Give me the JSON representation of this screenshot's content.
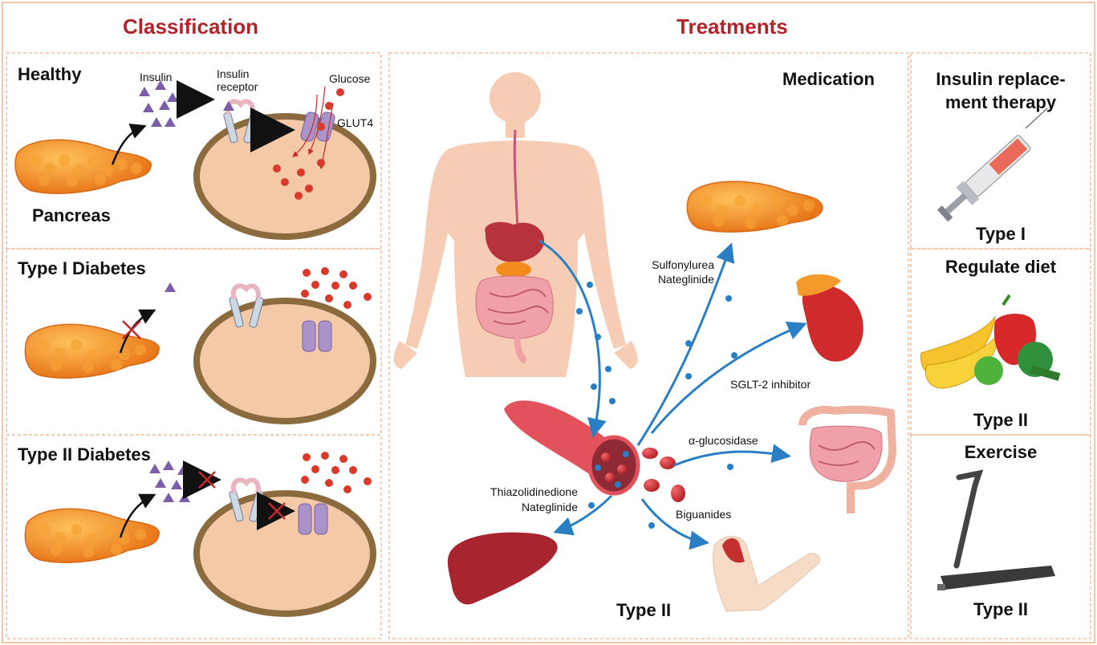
{
  "headings": {
    "classification": "Classification",
    "treatments": "Treatments"
  },
  "healthy": {
    "title": "Healthy",
    "insulin": "Insulin",
    "insulin_receptor_line1": "Insulin",
    "insulin_receptor_line2": "receptor",
    "glucose": "Glucose",
    "glut4": "GLUT4",
    "pancreas": "Pancreas"
  },
  "type1": {
    "title": "Type I Diabetes"
  },
  "type2": {
    "title": "Type II Diabetes"
  },
  "medication": {
    "title": "Medication",
    "sulfonylurea": "Sulfonylurea",
    "nateglinide_top": "Nateglinide",
    "sglt2": "SGLT-2 inhibitor",
    "alpha_glucosidase": "α-glucosidase",
    "thiazolidinedione": "Thiazolidinedione",
    "nateglinide_bottom": "Nateglinide",
    "biguanides": "Biguanides",
    "type_label": "Type II"
  },
  "insulin_therapy": {
    "title_line1": "Insulin replace-",
    "title_line2": "ment therapy",
    "type_label": "Type I"
  },
  "diet": {
    "title": "Regulate diet",
    "type_label": "Type II"
  },
  "exercise": {
    "title": "Exercise",
    "type_label": "Type II"
  },
  "colors": {
    "heading": "#b3232a",
    "panel_border": "#f2b28a",
    "cell_fill": "#f3c9a8",
    "cell_membrane": "#8b6a3e",
    "insulin": "#7b5ea7",
    "glucose": "#d93a2b",
    "arrow_blue": "#2a7fc4",
    "pancreas": "#f28c1e"
  }
}
